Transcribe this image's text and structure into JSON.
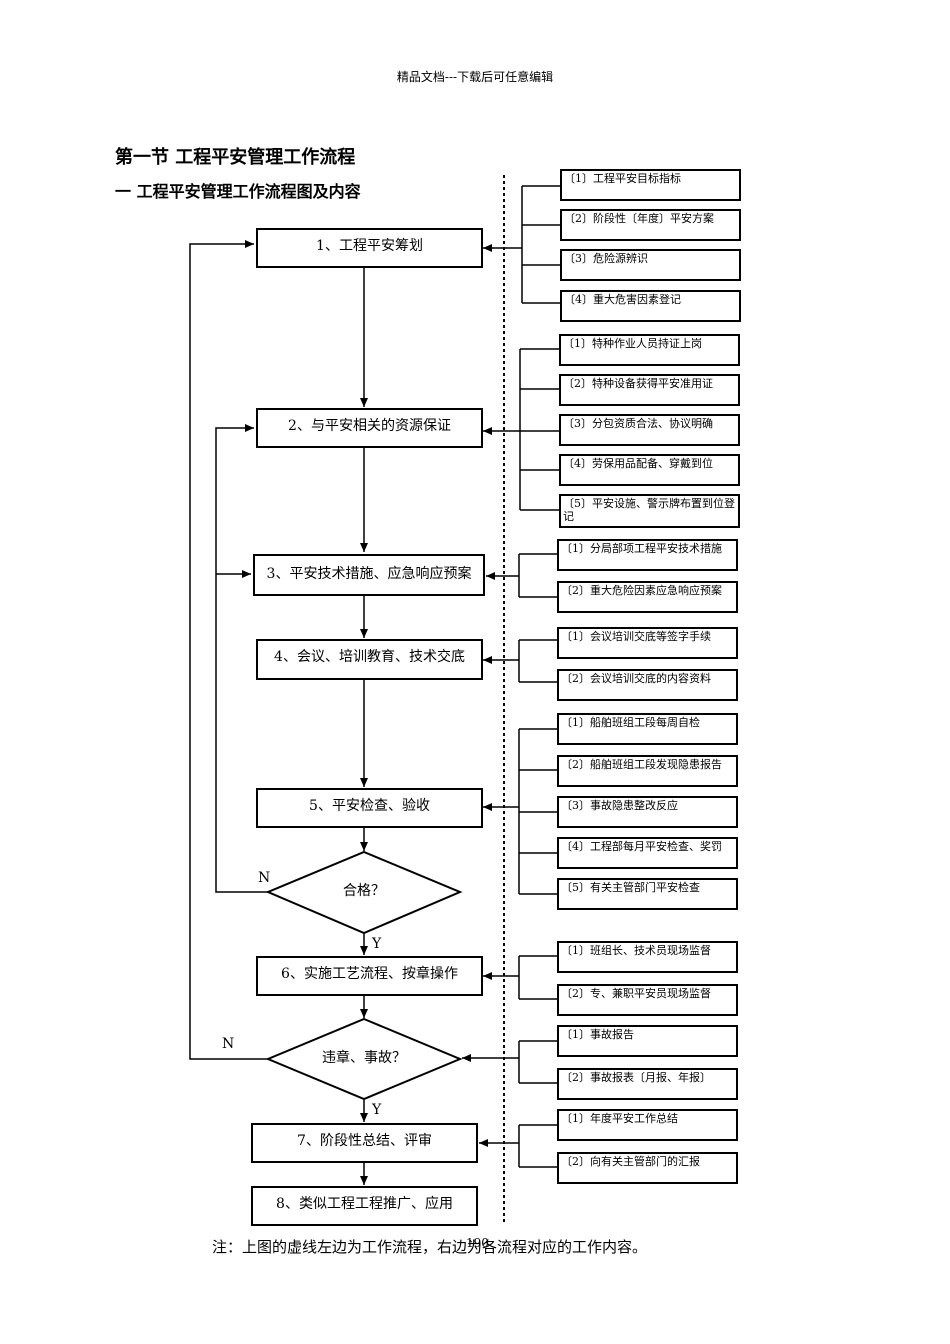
{
  "header": "精品文档---下载后可任意编辑",
  "section_title": "第一节    工程平安管理工作流程",
  "subsection_title": "一    工程平安管理工作流程图及内容",
  "steps": [
    "1、工程平安筹划",
    "2、与平安相关的资源保证",
    "3、平安技术措施、应急响应预案",
    "4、会议、培训教育、技术交底",
    "5、平安检查、验收",
    "6、实施工艺流程、按章操作",
    "7、阶段性总结、评审",
    "8、类似工程工程推广、应用"
  ],
  "decisions": [
    "合格？",
    "违章、事故？"
  ],
  "labels": {
    "yes": "Y",
    "no": "N"
  },
  "contents": [
    "〔1〕工程平安目标指标",
    "〔2〕阶段性〔年度〕平安方案",
    "〔3〕危险源辨识",
    "〔4〕重大危害因素登记",
    "〔1〕特种作业人员持证上岗",
    "〔2〕特种设备获得平安准用证",
    "〔3〕分包资质合法、协议明确",
    "〔4〕劳保用品配备、穿戴到位",
    "〔5〕平安设施、警示牌布置到位登记",
    "〔1〕分局部项工程平安技术措施",
    "〔2〕重大危险因素应急响应预案",
    "〔1〕会议培训交底等签字手续",
    "〔2〕会议培训交底的内容资料",
    "〔1〕船舶班组工段每周自检",
    "〔2〕船舶班组工段发现隐患报告",
    "〔3〕事故隐患整改反应",
    "〔4〕工程部每月平安检查、奖罚",
    "〔5〕有关主管部门平安检查",
    "〔1〕班组长、技术员现场监督",
    "〔2〕专、兼职平安员现场监督",
    "〔1〕事故报告",
    "〔2〕事故报表〔月报、年报〕",
    "〔1〕年度平安工作总结",
    "〔2〕向有关主管部门的汇报"
  ],
  "note": "注：上图的虚线左边为工作流程，右边为各流程对应的工作内容。",
  "page_number": "190"
}
